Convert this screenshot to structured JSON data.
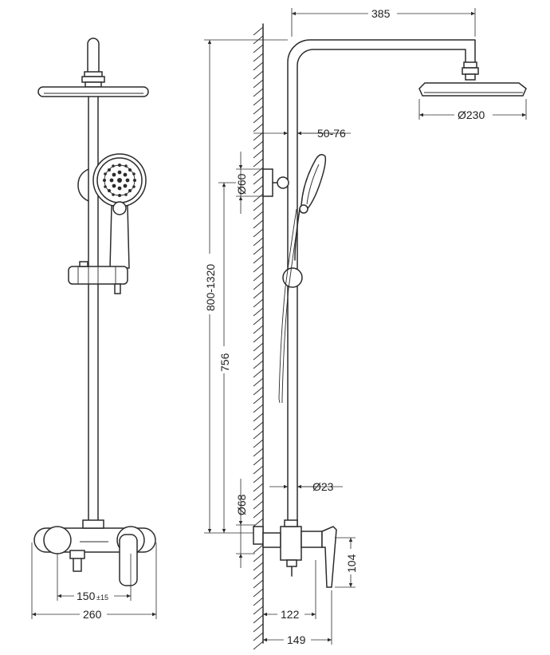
{
  "dimensions": {
    "arm_length": "385",
    "overhead_diameter": "Ø230",
    "wall_offset": "50-76",
    "hand_holder_diameter": "Ø60",
    "height_range": "800-1320",
    "bar_height": "756",
    "pipe_diameter": "Ø23",
    "mixer_flange_diameter": "Ø68",
    "mixer_height": "104",
    "mixer_depth_front": "122",
    "mixer_depth_total": "149",
    "inlet_spacing": "150",
    "inlet_tolerance": "±15",
    "total_width": "260"
  },
  "colors": {
    "line": "#2b2b2b",
    "background": "#ffffff"
  }
}
